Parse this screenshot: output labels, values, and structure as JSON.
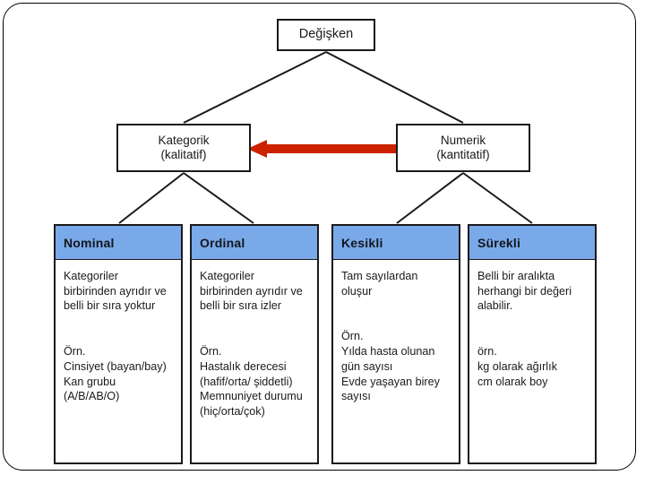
{
  "diagram": {
    "title_node": {
      "label": "Değişken"
    },
    "level2": [
      {
        "id": "kategorik",
        "label": "Kategorik\n(kalitatif)"
      },
      {
        "id": "numerik",
        "label": "Numerik\n(kantitatif)"
      }
    ],
    "cards": [
      {
        "id": "nominal",
        "header": "Nominal",
        "description": "Kategoriler\nbirbirinden ayrıdır ve\nbelli bir sıra yoktur",
        "example": "Örn.\nCinsiyet (bayan/bay)\nKan grubu\n(A/B/AB/O)"
      },
      {
        "id": "ordinal",
        "header": "Ordinal",
        "description": "Kategoriler\nbirbirinden ayrıdır ve\nbelli bir sıra izler",
        "example": "Örn.\nHastalık derecesi\n(hafif/orta/ şiddetli)\nMemnuniyet durumu\n(hiç/orta/çok)"
      },
      {
        "id": "kesikli",
        "header": "Kesikli",
        "description": "Tam sayılardan\noluşur",
        "example": "Örn.\nYılda hasta olunan\ngün sayısı\nEvde yaşayan birey\nsayısı"
      },
      {
        "id": "surekli",
        "header": "Sürekli",
        "description": "Belli bir aralıkta\nherhangi bir değeri\nalabilir.",
        "example": "örn.\nkg olarak ağırlık\ncm olarak boy"
      }
    ],
    "arrow": {
      "name": "numerik-to-kategorik-arrow",
      "direction": "left",
      "color": "#CC2200"
    },
    "colors": {
      "header_blue": "#7AA9EA",
      "box_border": "#1A1A1A",
      "arrow_red": "#CC2200",
      "background": "#FFFFFF"
    }
  }
}
